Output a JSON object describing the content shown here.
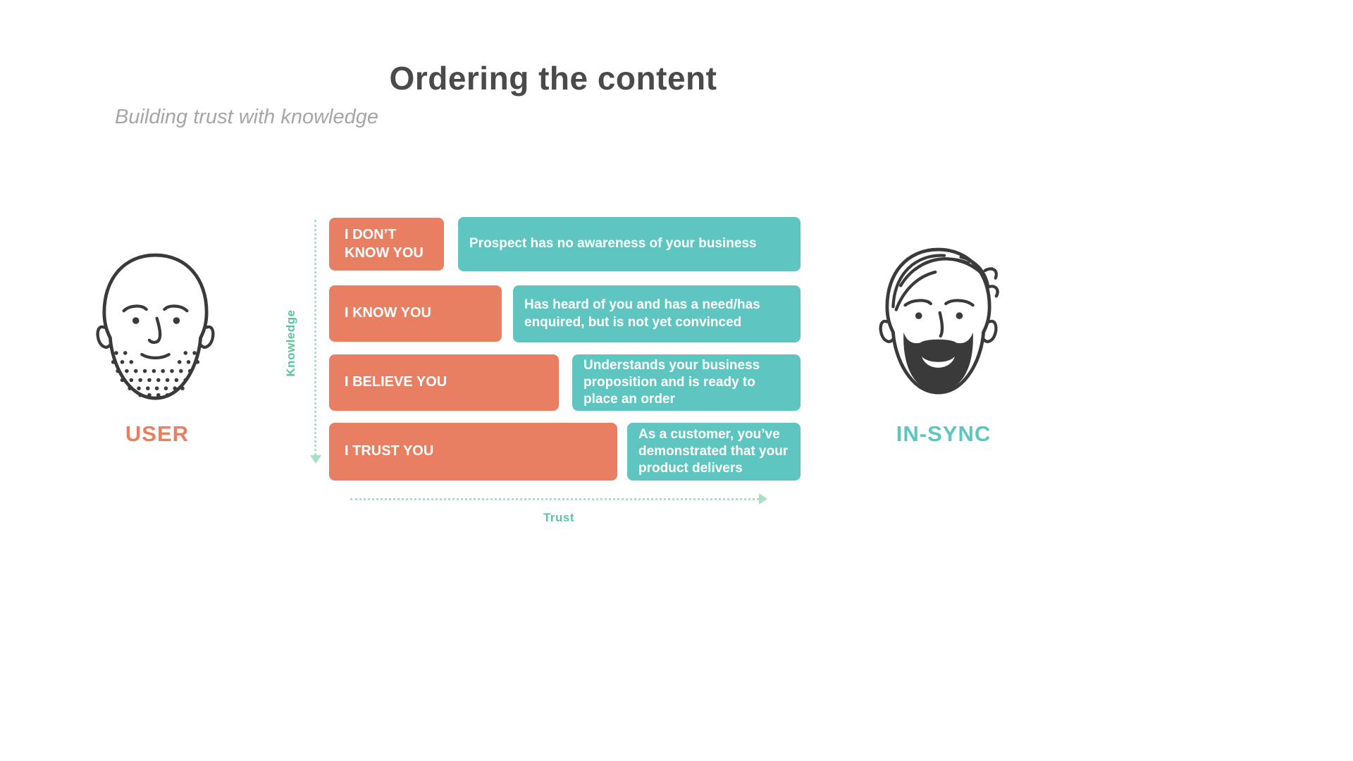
{
  "slide": {
    "title": "Ordering the content",
    "subtitle": "Building trust with knowledge"
  },
  "personas": {
    "left": {
      "label": "USER"
    },
    "right": {
      "label": "IN-SYNC"
    }
  },
  "axes": {
    "vertical_label": "Knowledge",
    "horizontal_label": "Trust"
  },
  "rows": [
    {
      "stage": "I DON’T KNOW YOU",
      "description": "Prospect has no awareness of your business"
    },
    {
      "stage": "I KNOW YOU",
      "description": "Has heard of you and has a need/has enquired, but is not yet convinced"
    },
    {
      "stage": "I BELIEVE YOU",
      "description": "Understands your business proposition and is ready to place an order"
    },
    {
      "stage": "I TRUST YOU",
      "description": "As a customer, you’ve demonstrated that your product delivers"
    }
  ],
  "colors": {
    "orange": "#E87F62",
    "teal": "#5FC5C0",
    "axis_dots": "#A9DFC7",
    "axis_label": "#58C79C",
    "title_ink": "#4A4A4A",
    "subtitle_ink": "#A6A6A6",
    "ink": "#3A3A3A"
  }
}
